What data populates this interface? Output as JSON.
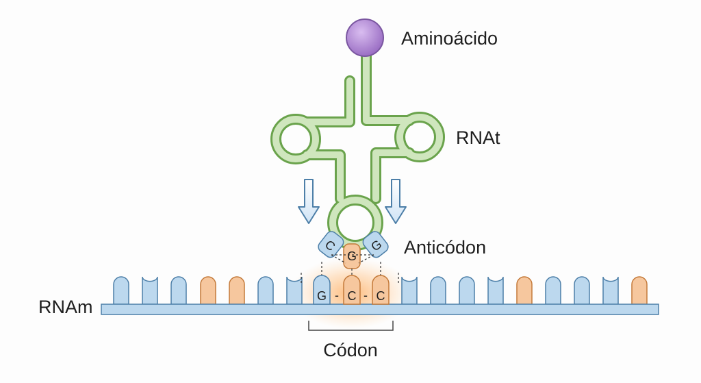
{
  "labels": {
    "amino_acid": "Aminoácido",
    "trna": "RNAt",
    "anticodon": "Anticódon",
    "mrna": "RNAm",
    "codon": "Códon"
  },
  "anticodon_bases": [
    "C",
    "G",
    "G"
  ],
  "codon_bases": [
    "G",
    "C",
    "C"
  ],
  "bond_mark": "-",
  "colors": {
    "amino_acid": "#b38ad6",
    "trna_body": "#cfe6bd",
    "trna_outline": "#6aa34c",
    "mrna_strand": "#bcd8ee",
    "base_blue": "#bcd8ee",
    "base_orange": "#f6c79e",
    "outline_blue": "#4d7fa8",
    "glow": "#ffb066"
  }
}
